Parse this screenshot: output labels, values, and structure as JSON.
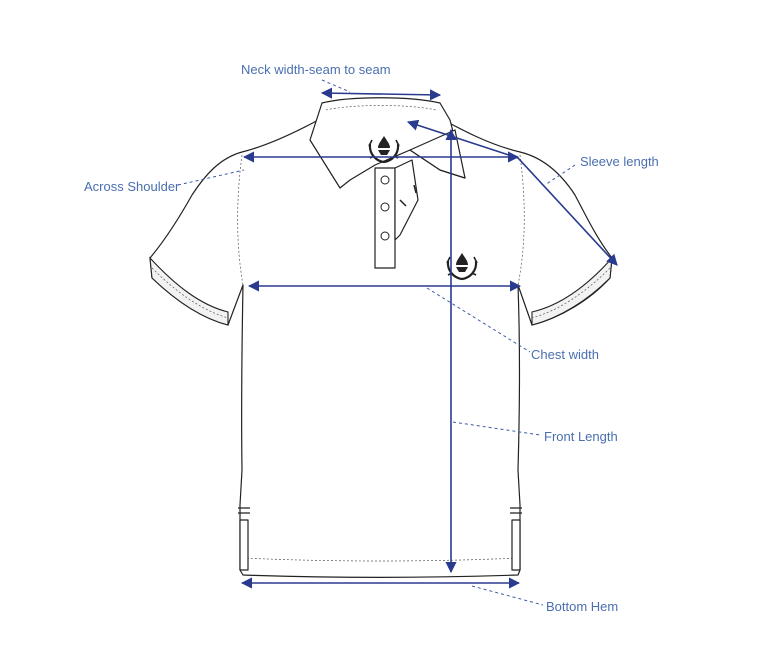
{
  "labels": {
    "neck_width": "Neck width-seam to seam",
    "sleeve_length": "Sleeve length",
    "across_shoulder": "Across Shoulder",
    "chest_width": "Chest width",
    "front_length": "Front Length",
    "bottom_hem": "Bottom Hem"
  },
  "colors": {
    "measure_line": "#2a3a8f",
    "label_text": "#4a6fb0",
    "garment_outline": "#222222"
  },
  "icons": {
    "chest_logo": "laurel-crest-icon",
    "collar_logo": "laurel-crest-icon"
  }
}
